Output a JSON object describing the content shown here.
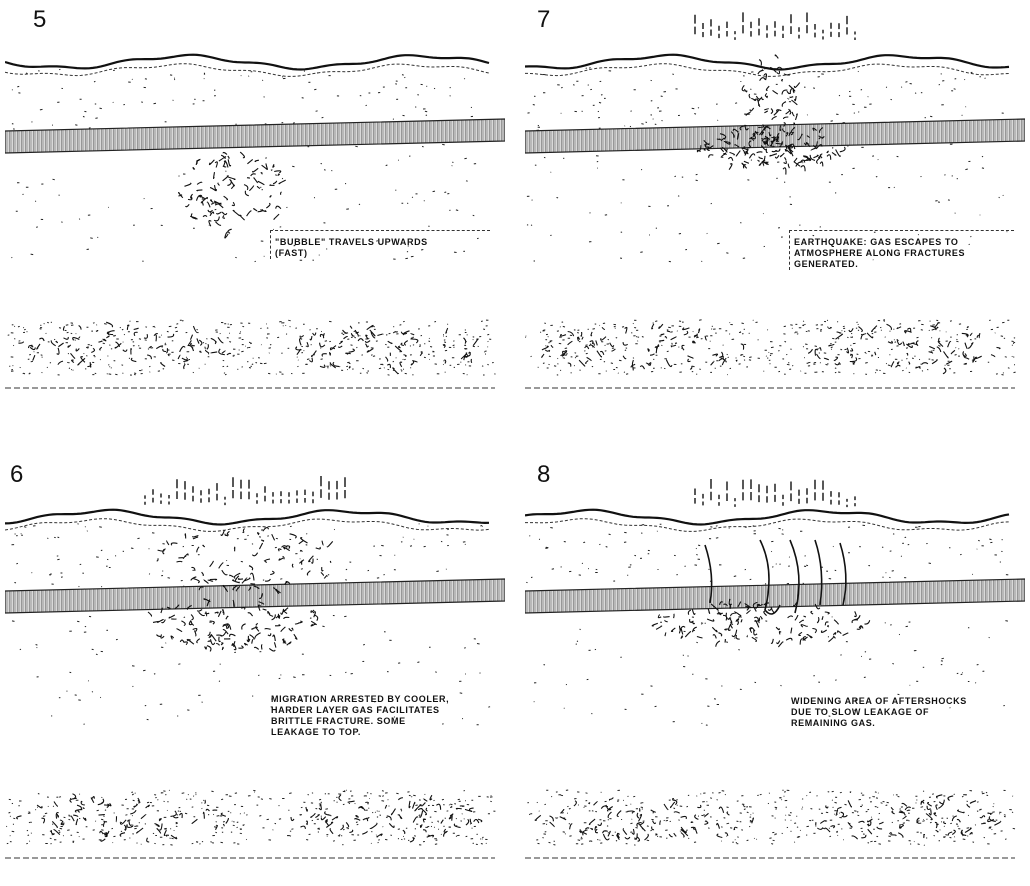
{
  "panels": [
    {
      "number": "5",
      "caption": "\"BUBBLE\" TRAVELS UPWARDS\n(FAST)"
    },
    {
      "number": "7",
      "caption": "EARTHQUAKE: GAS ESCAPES TO\nATMOSPHERE ALONG FRACTURES\nGENERATED."
    },
    {
      "number": "6",
      "caption": "MIGRATION ARRESTED BY COOLER,\nHARDER LAYER GAS FACILITATES\nBRITTLE FRACTURE. SOME\nLEAKAGE TO TOP."
    },
    {
      "number": "8",
      "caption": "WIDENING AREA OF AFTERSHOCKS\nDUE TO SLOW LEAKAGE OF\nREMAINING GAS."
    }
  ]
}
